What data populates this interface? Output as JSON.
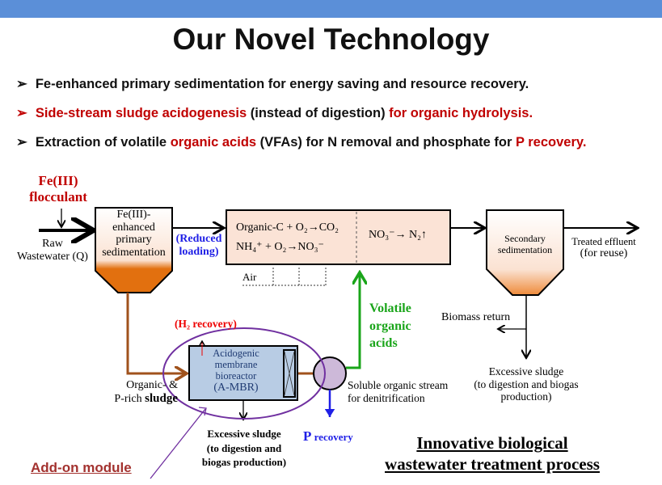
{
  "title": "Our Novel Technology",
  "bullets": [
    {
      "marker": "➢",
      "parts": [
        "Fe-enhanced primary sedimentation for energy saving and resource recovery."
      ]
    },
    {
      "marker": "➢",
      "parts": [
        "Side-stream sludge acidogenesis",
        " (instead of digestion) ",
        "for organic hydrolysis."
      ]
    },
    {
      "marker": "➢",
      "parts": [
        "Extraction of volatile ",
        "organic acids",
        " (VFAs) for N removal and phosphate for ",
        "P recovery."
      ]
    }
  ],
  "diagram": {
    "flocculant": [
      "Fe(III)",
      "flocculant"
    ],
    "raw": [
      "Raw",
      "Wastewater (Q)"
    ],
    "primary": [
      "Fe(III)-",
      "enhanced",
      "primary",
      "sedimentation"
    ],
    "reduced": [
      "(Reduced",
      "loading)"
    ],
    "aerobic_line1": "Organic-C + O₂→CO₂",
    "aerobic_line2": "NH₄⁺ + O₂→NO₃⁻",
    "denit": "NO₃⁻→ N₂↑",
    "air": "Air",
    "secondary": [
      "Secondary",
      "sedimentation"
    ],
    "effluent": [
      "Treated effluent",
      "(for reuse)"
    ],
    "biomass_return": "Biomass return",
    "excess_right": [
      "Excessive sludge",
      "(to digestion and biogas",
      "production)"
    ],
    "vfa": [
      "Volatile",
      "organic",
      "acids"
    ],
    "h2": "(H₂ recovery)",
    "ambr": [
      "Acidogenic",
      "membrane",
      "bioreactor",
      "(A-MBR)"
    ],
    "sludge_label": [
      "Organic- &",
      "P-rich ",
      "sludge"
    ],
    "soluble": [
      "Soluble organic stream",
      "for denitrification"
    ],
    "p_recovery": [
      "P",
      " recovery"
    ],
    "excess_bottom": [
      "Excessive sludge",
      "(to digestion and",
      "biogas production)"
    ],
    "innovative": [
      "Innovative biological",
      "wastewater treatment process"
    ],
    "addon": "Add-on module"
  },
  "colors": {
    "topbar": "#5b8fd8",
    "red": "#c00000",
    "blue": "#1f1fe6",
    "green": "#1aa51a",
    "brown": "#a0521c",
    "purple": "#7030a0"
  }
}
